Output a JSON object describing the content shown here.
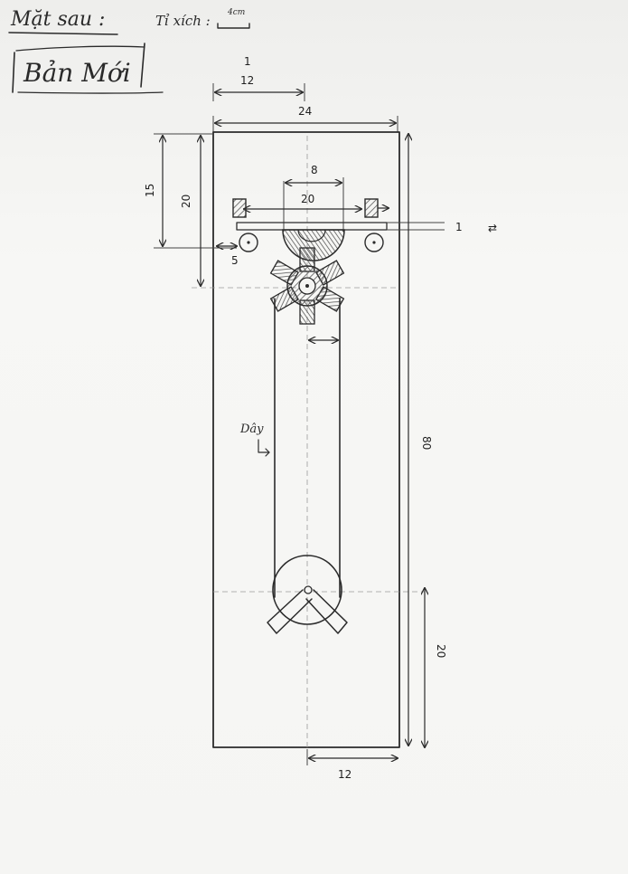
{
  "header": {
    "view_label": "Mặt sau :",
    "scale_label": "Tỉ xích :",
    "scale_value": "4cm",
    "title_box": "Bản Mới"
  },
  "dimensions": {
    "top_half_width": "12",
    "total_width": "24",
    "gear_width": "8",
    "rail_length": "20",
    "rail_thickness": "1",
    "upper_height_outer": "15",
    "upper_height_inner": "20",
    "pin_offset": "5",
    "total_height": "80",
    "lower_height": "20",
    "bottom_half_width": "12",
    "tick_mark": "1"
  },
  "labels": {
    "belt": "Dây",
    "motion_arrow": "⇄"
  },
  "colors": {
    "ink": "#2b2b2b",
    "paper": "#f4f4f2",
    "hatch": "#555555"
  }
}
